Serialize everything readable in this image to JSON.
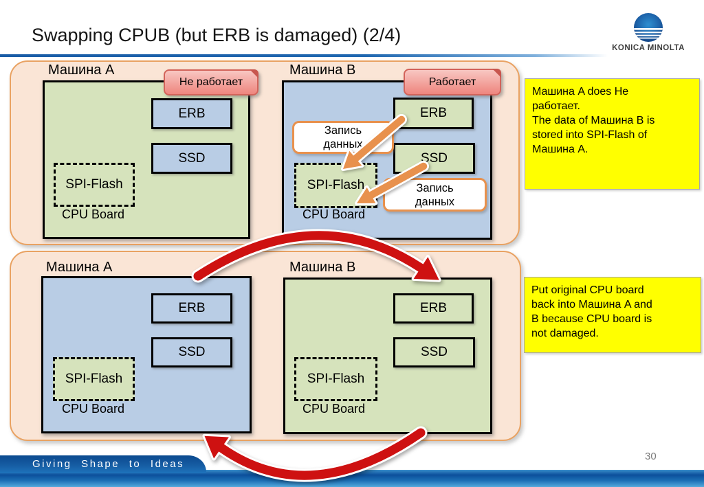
{
  "slide": {
    "title": "Swapping CPUB (but ERB is damaged) (2/4)",
    "page_number": "30",
    "footer": {
      "tagline": "Giving Shape to Ideas"
    },
    "logo": {
      "brand": "KONICA MINOLTA",
      "icon": "globe-icon"
    }
  },
  "labels": {
    "machine_a": "Машина A",
    "machine_b": "Машина B",
    "erb": "ERB",
    "ssd": "SSD",
    "spi_flash": "SPI-Flash",
    "cpu_board": "CPU Board",
    "status_not_working": "Не работает",
    "status_working": "Работает",
    "write_data_line1": "Запись",
    "write_data_line2": "данных"
  },
  "notes": {
    "note1": {
      "lines": [
        "Машина A does Не",
        "работает.",
        "The data of Машина B is",
        "stored into SPI-Flash of",
        "Машина A."
      ]
    },
    "note2": {
      "lines": [
        "Put original CPU board",
        "back into Машина A and",
        "B because CPU board is",
        "not damaged."
      ]
    }
  },
  "colors": {
    "panel_peach": "#FAE5D6",
    "panel_border_orange": "#E9A262",
    "board_blue": "#B9CDE5",
    "board_green": "#D6E3BC",
    "callout_pink": "#EE857E",
    "note_yellow": "#FFFF00",
    "arrow_red": "#CE1111",
    "arrow_orange": "#E8914D",
    "footer_blue": "#0D55A0"
  }
}
